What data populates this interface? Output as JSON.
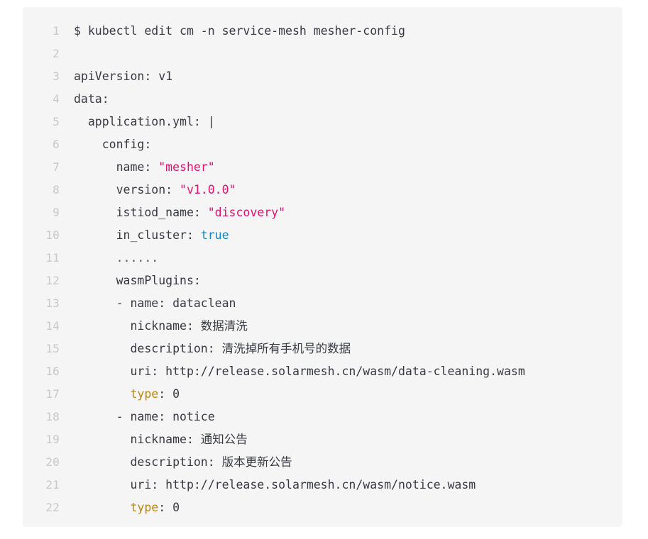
{
  "code_block": {
    "language": "yaml",
    "background_color": "#f5f5f5",
    "text_color": "#383a42",
    "line_number_color": "#c8c8cd",
    "accent_colors": {
      "string": "#e3116c",
      "boolean": "#0f86c8",
      "key_highlight": "#c18401"
    },
    "line_count": 22,
    "lines": [
      {
        "number": "1",
        "segments": [
          {
            "text": "$ kubectl edit cm -n service-mesh mesher-config",
            "type": "plain"
          }
        ]
      },
      {
        "number": "2",
        "segments": [
          {
            "text": "",
            "type": "plain"
          }
        ]
      },
      {
        "number": "3",
        "segments": [
          {
            "text": "apiVersion: v1",
            "type": "plain"
          }
        ]
      },
      {
        "number": "4",
        "segments": [
          {
            "text": "data:",
            "type": "plain"
          }
        ]
      },
      {
        "number": "5",
        "segments": [
          {
            "text": "  application.yml: |",
            "type": "plain"
          }
        ]
      },
      {
        "number": "6",
        "segments": [
          {
            "text": "    config:",
            "type": "plain"
          }
        ]
      },
      {
        "number": "7",
        "segments": [
          {
            "text": "      name: ",
            "type": "plain"
          },
          {
            "text": "\"mesher\"",
            "type": "string"
          }
        ]
      },
      {
        "number": "8",
        "segments": [
          {
            "text": "      version: ",
            "type": "plain"
          },
          {
            "text": "\"v1.0.0\"",
            "type": "string"
          }
        ]
      },
      {
        "number": "9",
        "segments": [
          {
            "text": "      istiod_name: ",
            "type": "plain"
          },
          {
            "text": "\"discovery\"",
            "type": "string"
          }
        ]
      },
      {
        "number": "10",
        "segments": [
          {
            "text": "      in_cluster: ",
            "type": "plain"
          },
          {
            "text": "true",
            "type": "boolean"
          }
        ]
      },
      {
        "number": "11",
        "segments": [
          {
            "text": "      ......",
            "type": "dots"
          }
        ]
      },
      {
        "number": "12",
        "segments": [
          {
            "text": "      wasmPlugins:",
            "type": "plain"
          }
        ]
      },
      {
        "number": "13",
        "segments": [
          {
            "text": "      - name: dataclean",
            "type": "plain"
          }
        ]
      },
      {
        "number": "14",
        "segments": [
          {
            "text": "        nickname: 数据清洗",
            "type": "plain"
          }
        ]
      },
      {
        "number": "15",
        "segments": [
          {
            "text": "        description: 清洗掉所有手机号的数据",
            "type": "plain"
          }
        ]
      },
      {
        "number": "16",
        "segments": [
          {
            "text": "        uri: http://release.solarmesh.cn/wasm/data-cleaning.wasm",
            "type": "plain"
          }
        ]
      },
      {
        "number": "17",
        "segments": [
          {
            "text": "        ",
            "type": "plain"
          },
          {
            "text": "type",
            "type": "key_highlight"
          },
          {
            "text": ": 0",
            "type": "plain"
          }
        ]
      },
      {
        "number": "18",
        "segments": [
          {
            "text": "      - name: notice",
            "type": "plain"
          }
        ]
      },
      {
        "number": "19",
        "segments": [
          {
            "text": "        nickname: 通知公告",
            "type": "plain"
          }
        ]
      },
      {
        "number": "20",
        "segments": [
          {
            "text": "        description: 版本更新公告",
            "type": "plain"
          }
        ]
      },
      {
        "number": "21",
        "segments": [
          {
            "text": "        uri: http://release.solarmesh.cn/wasm/notice.wasm",
            "type": "plain"
          }
        ]
      },
      {
        "number": "22",
        "segments": [
          {
            "text": "        ",
            "type": "plain"
          },
          {
            "text": "type",
            "type": "key_highlight"
          },
          {
            "text": ": 0",
            "type": "plain"
          }
        ]
      }
    ]
  }
}
